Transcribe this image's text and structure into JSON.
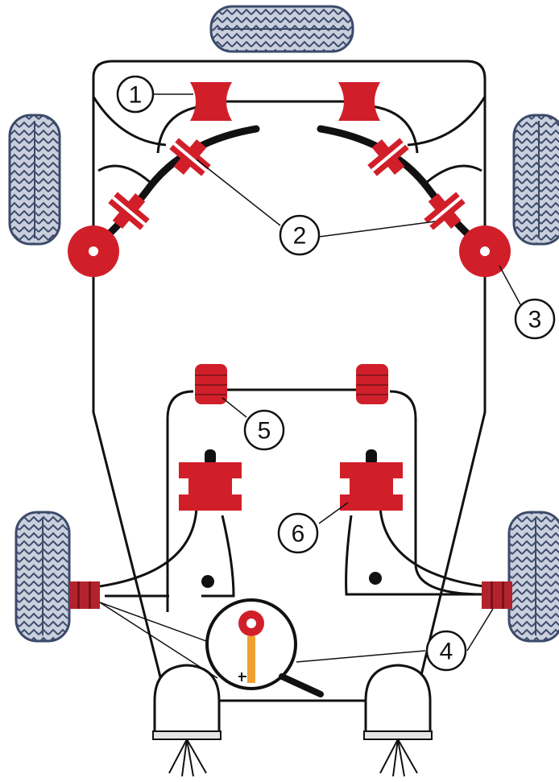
{
  "callouts": {
    "c1": "1",
    "c2": "2",
    "c3": "3",
    "c4": "4",
    "c5": "5",
    "c6": "6"
  },
  "colors": {
    "bush": "#d11f2a",
    "bush_dark": "#a5161f",
    "tyre": "#3c4a6b",
    "tyre_fill": "#c9cfdc",
    "frame": "#111111",
    "tool": "#f0a030"
  },
  "icons": [
    "tyre-icon",
    "bush-icon",
    "magnifier-icon",
    "key-tool-icon",
    "lamp-icon"
  ]
}
